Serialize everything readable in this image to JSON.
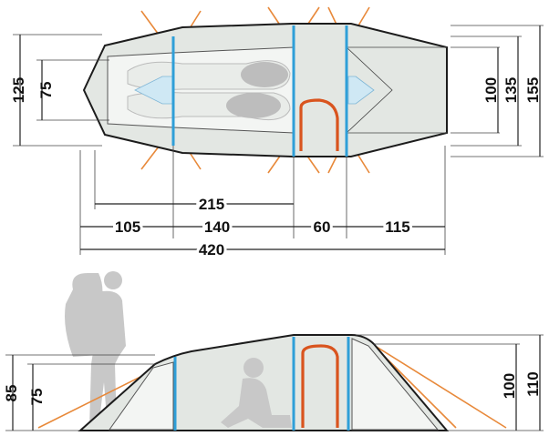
{
  "top_view": {
    "dims": {
      "width_125": "125",
      "width_75": "75",
      "width_100": "100",
      "width_135": "135",
      "width_155": "155",
      "len_215": "215",
      "len_105": "105",
      "len_140": "140",
      "len_60": "60",
      "len_115": "115",
      "len_420": "420"
    }
  },
  "side_view": {
    "dims": {
      "height_85": "85",
      "height_75": "75",
      "height_100": "100",
      "height_110": "110"
    }
  },
  "colors": {
    "pole": "#2f9fd8",
    "guyline": "#e8893a",
    "door_zip": "#d9541e",
    "fly": "#e3e7e3"
  },
  "icons": [
    "sleeping-bag-icon",
    "backpacker-silhouette-icon",
    "sitting-person-silhouette-icon"
  ]
}
